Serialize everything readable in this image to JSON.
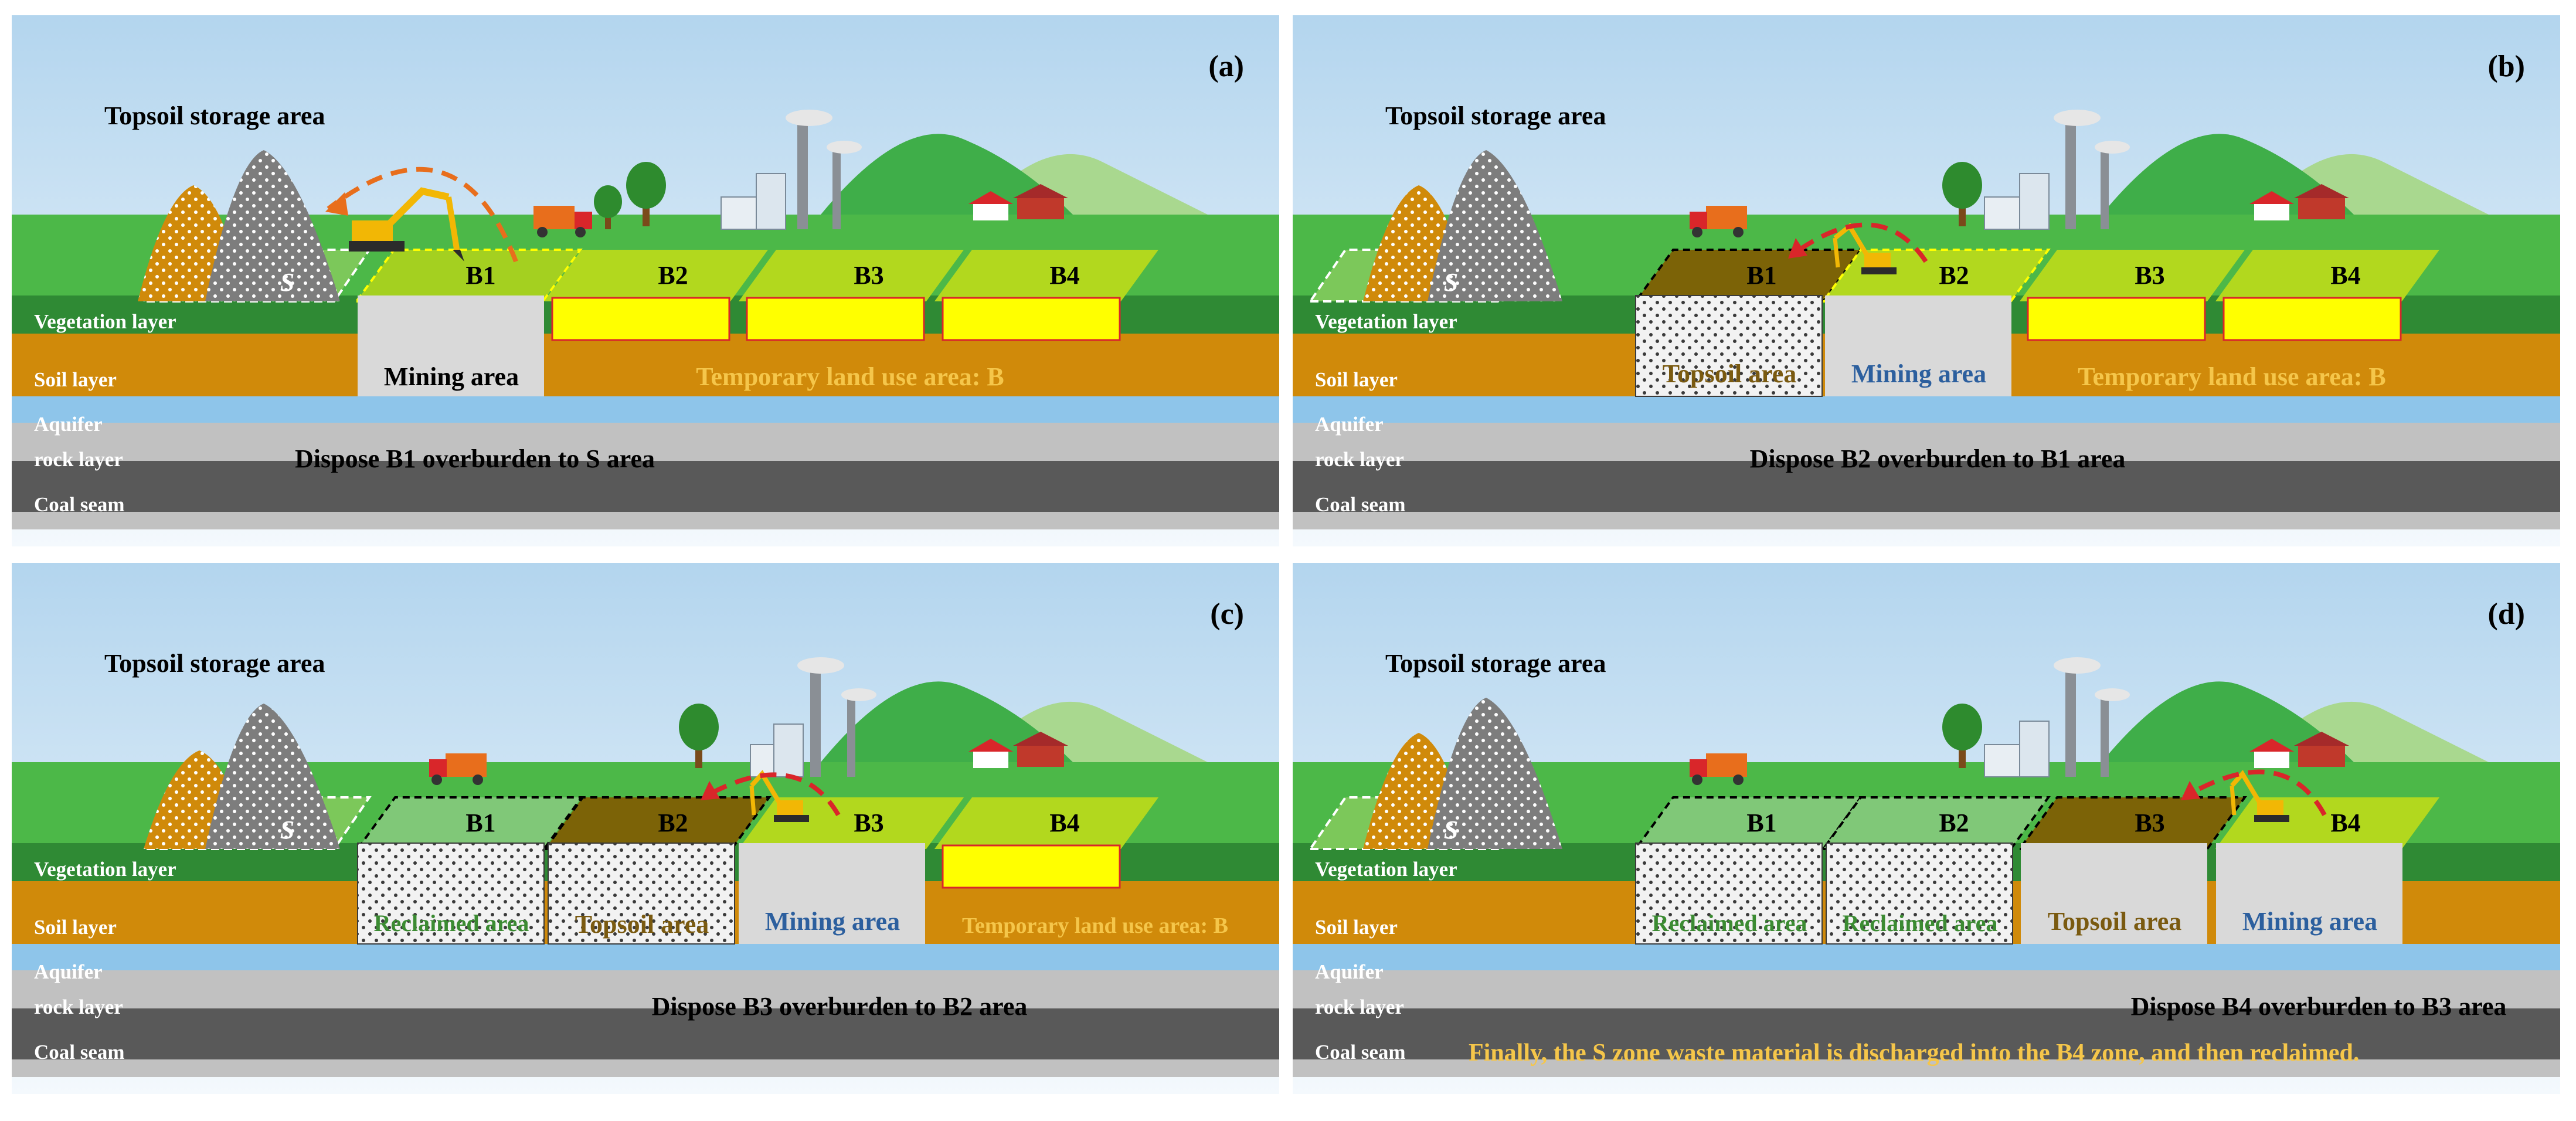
{
  "colors": {
    "sky_top": "#b3d5ee",
    "sky_bottom": "#f4f9fd",
    "grass": "#4cb848",
    "vegetation": "#2f8a34",
    "soil": "#d08a0a",
    "aquifer": "#8ec5ea",
    "rock": "#c1c1c1",
    "coal": "#595959",
    "temporary_box": "#ffff00",
    "mining_box": "#d9d9d9",
    "topsoil_fill": "#7c6307",
    "reclaimed_fill": "#80c878",
    "block_light": "#b2d81e",
    "yellow_text": "#f5c64a",
    "blue_text": "#2c5f9e",
    "brown_text": "#7a5a10",
    "green_text": "#3b8b32",
    "arrow_orange": "#e86e1c",
    "arrow_red": "#d9262a"
  },
  "icons": [
    "excavator-icon",
    "dump-truck-icon",
    "factory-icon",
    "house-icon",
    "tree-icon",
    "mountain-icon",
    "spoil-pile-icon"
  ],
  "panels": [
    {
      "label": "(a)",
      "storage_label": "Topsoil storage area",
      "s_label": "S",
      "layers": {
        "vegetation": "Vegetation layer",
        "soil": "Soil layer",
        "aquifer": "Aquifer",
        "rock": "rock layer",
        "coal": "Coal seam"
      },
      "blocks": [
        "B1",
        "B2",
        "B3",
        "B4"
      ],
      "areas": {
        "mining": "Mining area",
        "temporary": "Temporary land use area: B"
      },
      "dispose": "Dispose B1 overburden to S area"
    },
    {
      "label": "(b)",
      "storage_label": "Topsoil storage area",
      "s_label": "S",
      "layers": {
        "vegetation": "Vegetation layer",
        "soil": "Soil layer",
        "aquifer": "Aquifer",
        "rock": "rock layer",
        "coal": "Coal seam"
      },
      "blocks": [
        "B1",
        "B2",
        "B3",
        "B4"
      ],
      "areas": {
        "topsoil": "Topsoil area",
        "mining": "Mining area",
        "temporary": "Temporary land use area: B"
      },
      "dispose": "Dispose B2 overburden to B1 area"
    },
    {
      "label": "(c)",
      "storage_label": "Topsoil storage area",
      "s_label": "S",
      "layers": {
        "vegetation": "Vegetation layer",
        "soil": "Soil layer",
        "aquifer": "Aquifer",
        "rock": "rock layer",
        "coal": "Coal seam"
      },
      "blocks": [
        "B1",
        "B2",
        "B3",
        "B4"
      ],
      "areas": {
        "reclaimed": "Reclaimed area",
        "topsoil": "Topsoil area",
        "mining": "Mining area",
        "temporary": "Temporary land use area: B"
      },
      "dispose": "Dispose B3 overburden to B2 area"
    },
    {
      "label": "(d)",
      "storage_label": "Topsoil storage area",
      "s_label": "S",
      "layers": {
        "vegetation": "Vegetation layer",
        "soil": "Soil layer",
        "aquifer": "Aquifer",
        "rock": "rock layer",
        "coal": "Coal seam"
      },
      "blocks": [
        "B1",
        "B2",
        "B3",
        "B4"
      ],
      "areas": {
        "reclaimed_1": "Reclaimed area",
        "reclaimed_2": "Reclaimed area",
        "topsoil": "Topsoil area",
        "mining": "Mining area"
      },
      "dispose": "Dispose B4 overburden to B3 area",
      "final_note": "Finally, the S zone waste material is discharged into the B4 zone, and then reclaimed."
    }
  ]
}
